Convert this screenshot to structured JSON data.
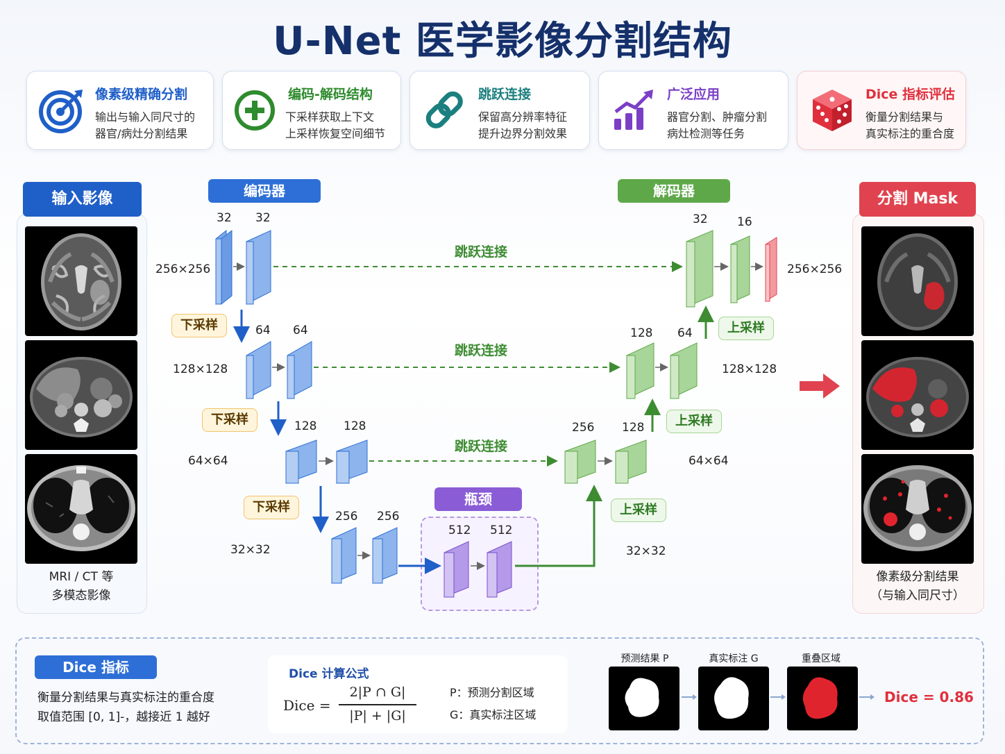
{
  "title": "U-Net 医学影像分割结构",
  "features": [
    {
      "title": "像素级精确分割",
      "line1": "输出与输入同尺寸的",
      "line2": "器官/病灶分割结果",
      "icon": "target-icon",
      "color": "#1f5fc8"
    },
    {
      "title": "编码-解码结构",
      "line1": "下采样获取上下文",
      "line2": "上采样恢复空间细节",
      "icon": "plus-circle-icon",
      "color": "#2e8b2e"
    },
    {
      "title": "跳跃连接",
      "line1": "保留高分辨率特征",
      "line2": "提升边界分割效果",
      "icon": "link-icon",
      "color": "#1c7f7f"
    },
    {
      "title": "广泛应用",
      "line1": "器官分割、肿瘤分割",
      "line2": "病灶检测等任务",
      "icon": "bar-chart-up-icon",
      "color": "#7b3fc6"
    },
    {
      "title": "Dice 指标评估",
      "line1": "衡量分割结果与",
      "line2": "真实标注的重合度",
      "icon": "dice-icon",
      "color": "#e0303d"
    }
  ],
  "input_panel": {
    "header": "输入影像",
    "caption_line1": "MRI / CT 等",
    "caption_line2": "多模态影像"
  },
  "output_panel": {
    "header": "分割 Mask",
    "caption_line1": "像素级分割结果",
    "caption_line2": "（与输入同尺寸）"
  },
  "sections": {
    "encoder": "编码器",
    "decoder": "解码器",
    "bottleneck": "瓶颈"
  },
  "skip_label": "跳跃连接",
  "downsample_label": "下采样",
  "upsample_label": "上采样",
  "resolutions": {
    "r1": "256×256",
    "r2": "128×128",
    "r3": "64×64",
    "r4": "32×32"
  },
  "channels": {
    "enc1": [
      "32",
      "32"
    ],
    "enc2": [
      "64",
      "64"
    ],
    "enc3": [
      "128",
      "128"
    ],
    "enc4": [
      "256",
      "256"
    ],
    "bott": [
      "512",
      "512"
    ],
    "dec3": [
      "256",
      "128"
    ],
    "dec2": [
      "128",
      "64"
    ],
    "dec1": [
      "32",
      "16"
    ]
  },
  "dice": {
    "header": "Dice 指标",
    "desc_line1": "衡量分割结果与真实标注的重合度",
    "desc_line2": "取值范围 [0, 1]-，越接近 1 越好",
    "formula_title": "Dice 计算公式",
    "formula_lhs": "Dice =",
    "numerator": "2|P ∩ G|",
    "denominator": "|P| + |G|",
    "legend_p": "P：预测分割区域",
    "legend_g": "G：真实标注区域",
    "label_pred": "预测结果 P",
    "label_gt": "真实标注 G",
    "label_overlap": "重叠区域",
    "result": "Dice = 0.86"
  },
  "colors": {
    "encoder": "#2d6fd6",
    "decoder": "#5fa84a",
    "bottleneck": "#8a5cd6",
    "output": "#e0434f",
    "skip": "#3d8c32"
  }
}
